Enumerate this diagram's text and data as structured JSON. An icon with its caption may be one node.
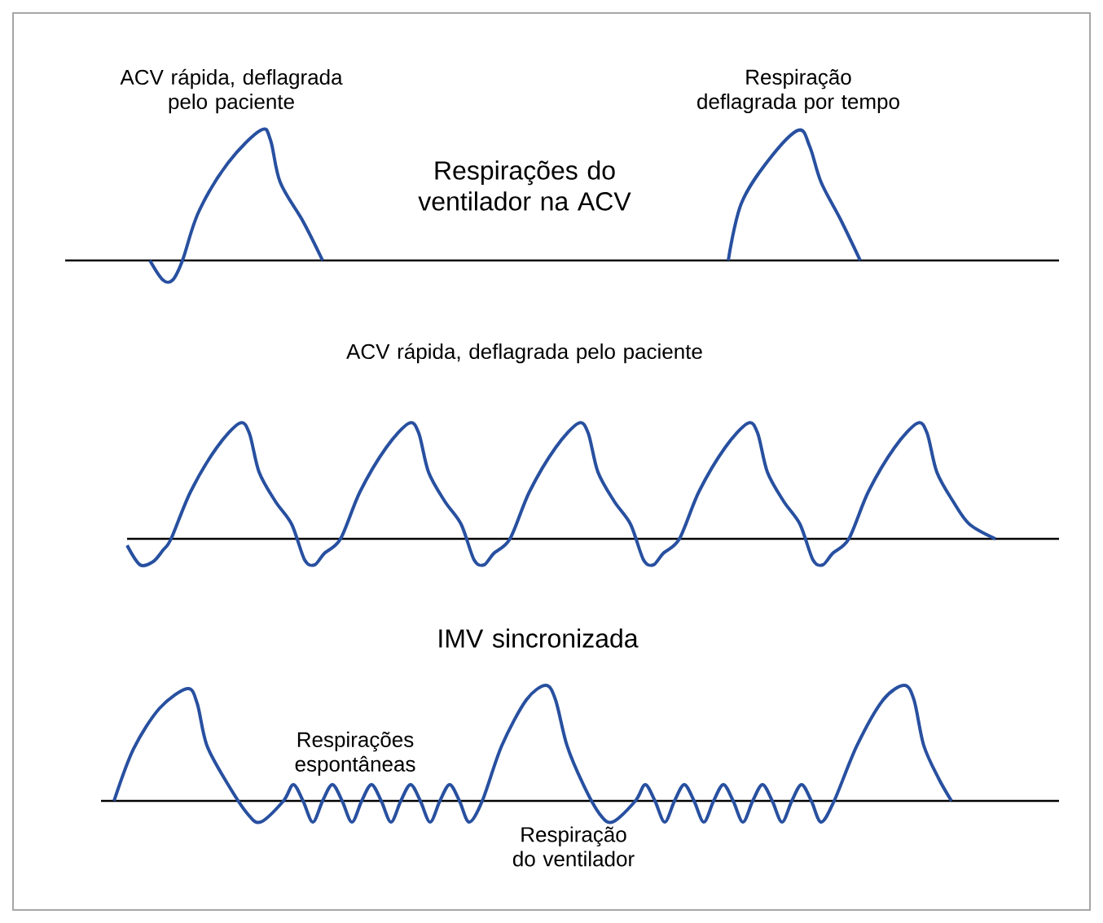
{
  "diagram": {
    "labels": [
      "ACV rápida, deflagrada pelo paciente",
      "Respiração deflagrada por tempo",
      "Respirações do ventilador na ACV",
      "ACV rápida, deflagrada pelo paciente",
      "IMV sincronizada",
      "Respirações espontâneas",
      "Respiração do ventilador"
    ]
  }
}
